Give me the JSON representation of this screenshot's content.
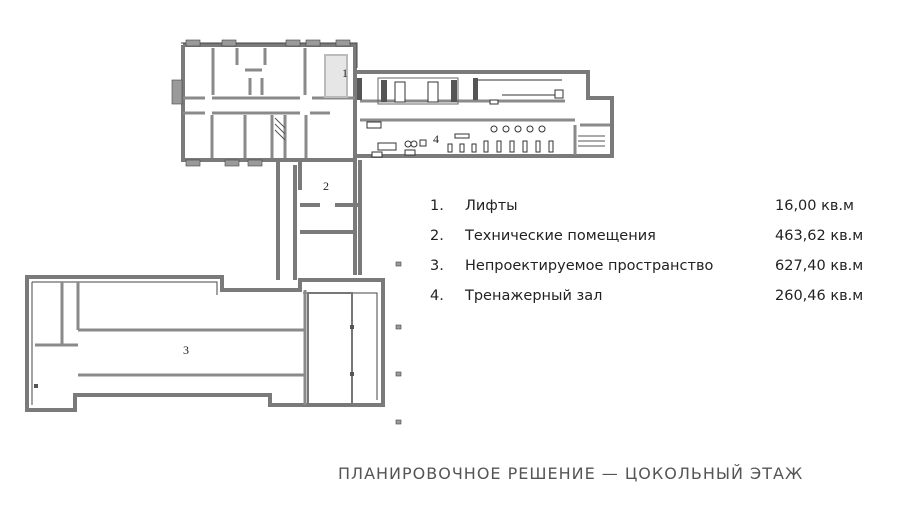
{
  "plan_labels": {
    "l1": "1",
    "l2": "2",
    "l3": "3",
    "l4": "4"
  },
  "legend": [
    {
      "num": "1.",
      "name": "Лифты",
      "value": "16,00 кв.м"
    },
    {
      "num": "2.",
      "name": "Технические помещения",
      "value": "463,62 кв.м"
    },
    {
      "num": "3.",
      "name": "Непроектируемое пространство",
      "value": "627,40 кв.м"
    },
    {
      "num": "4.",
      "name": "Тренажерный зал",
      "value": "260,46 кв.м"
    }
  ],
  "title": "ПЛАНИРОВОЧНОЕ РЕШЕНИЕ — ЦОКОЛЬНЫЙ ЭТАЖ"
}
